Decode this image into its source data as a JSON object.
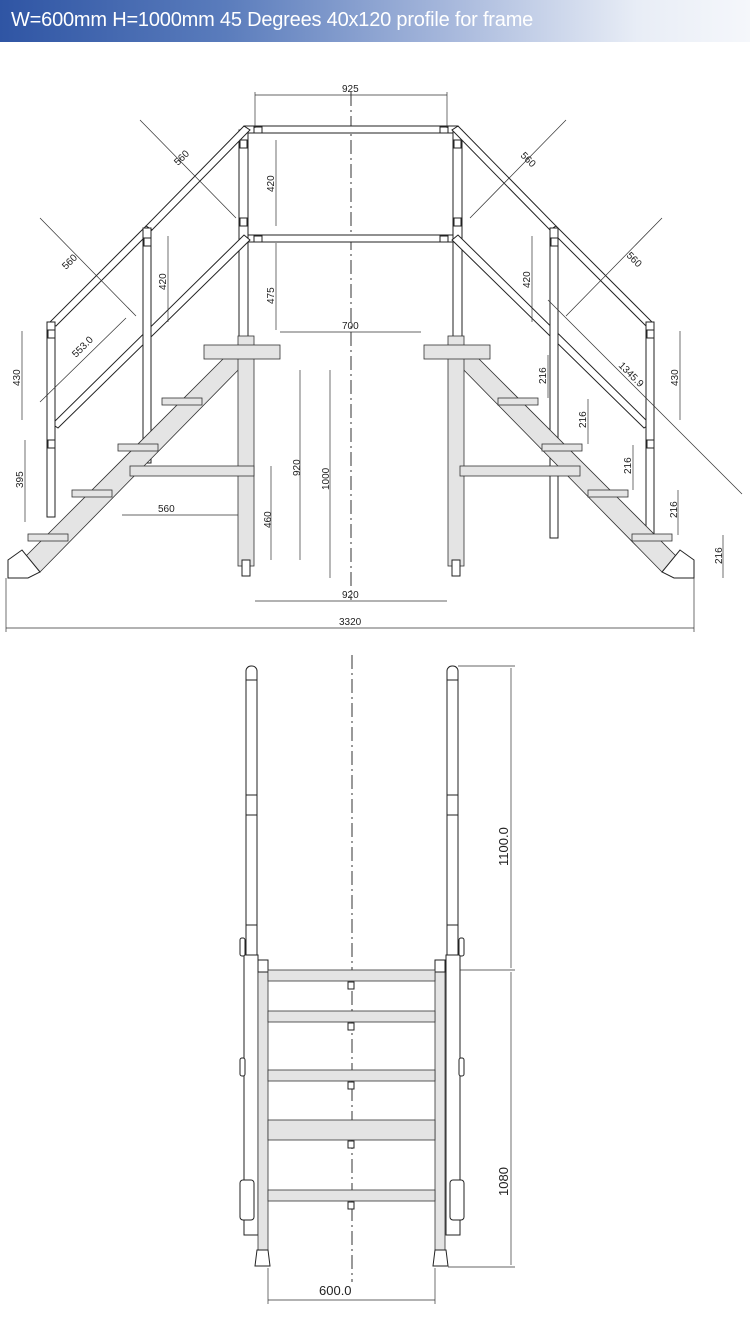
{
  "header": {
    "title": "W=600mm H=1000mm 45 Degrees 40x120 profile for frame",
    "gradient_start": "#2f55a4",
    "gradient_end": "#f5f7fb"
  },
  "side_view": {
    "dimensions": {
      "top_width": "925",
      "rail_upper_left_1": "560",
      "rail_upper_left_2": "560",
      "rail_upper_right_1": "560",
      "rail_upper_right_2": "560",
      "post_upper_left": "420",
      "post_mid_left": "420",
      "post_mid_right": "420",
      "post_lower_left": "475",
      "lower_rail_left": "553.0",
      "lower_rail_right": "1345.9",
      "end_post_left": "430",
      "end_post_right": "430",
      "lower_post_left": "395",
      "platform_gap": "700",
      "platform_height_inner": "920",
      "platform_height_total": "1000",
      "brace_height": "460",
      "brace_length": "560",
      "platform_depth": "920",
      "overall_length": "3320",
      "step_rise_1": "216",
      "step_rise_2": "216",
      "step_rise_3": "216",
      "step_rise_4": "216",
      "step_rise_5": "216"
    }
  },
  "front_view": {
    "dimensions": {
      "handrail_height": "1100.0",
      "stair_height": "1080",
      "stair_width": "600.0"
    },
    "step_count": 5
  }
}
